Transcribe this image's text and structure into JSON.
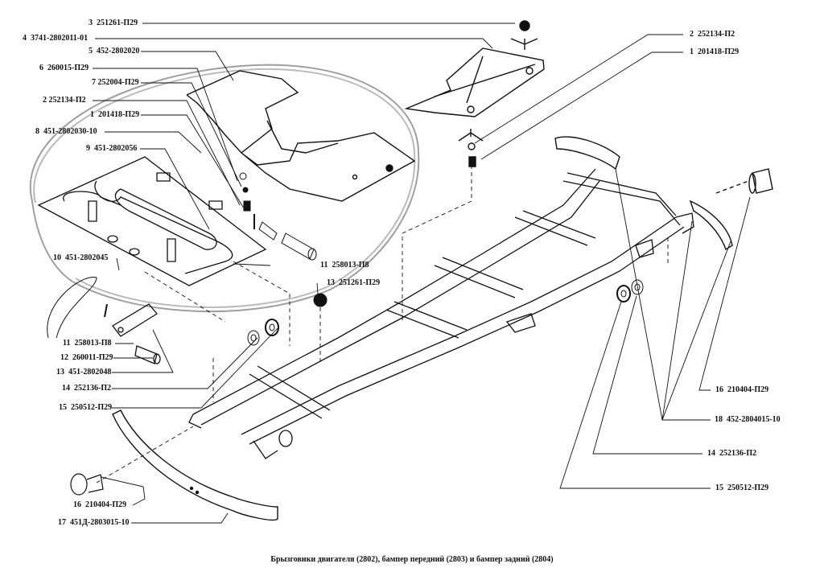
{
  "diagram": {
    "title": "Брызговики двигателя (2802), бампер передний (2803) и бампер задний (2804)",
    "labels": [
      {
        "id": "l3a",
        "num": "3",
        "part": "251261-П29"
      },
      {
        "id": "l4",
        "num": "4",
        "part": "3741-2802011-01"
      },
      {
        "id": "l5",
        "num": "5",
        "part": "452-2802020"
      },
      {
        "id": "l6",
        "num": "6",
        "part": "260015-П29"
      },
      {
        "id": "l7",
        "num": "7",
        "part": "252004-П29"
      },
      {
        "id": "l2a",
        "num": "2",
        "part": "252134-П2"
      },
      {
        "id": "l1a",
        "num": "1",
        "part": "201418-П29"
      },
      {
        "id": "l8",
        "num": "8",
        "part": "451-2802030-10"
      },
      {
        "id": "l9",
        "num": "9",
        "part": "451-2802056"
      },
      {
        "id": "l10",
        "num": "10",
        "part": "451-2802045"
      },
      {
        "id": "l11a",
        "num": "11",
        "part": "258013-П8"
      },
      {
        "id": "l13a",
        "num": "13",
        "part": "251261-П29"
      },
      {
        "id": "l11b",
        "num": "11",
        "part": "258013-П8"
      },
      {
        "id": "l12",
        "num": "12",
        "part": "260011-П29"
      },
      {
        "id": "l13b",
        "num": "13",
        "part": "451-2802048"
      },
      {
        "id": "l14a",
        "num": "14",
        "part": "252136-П2"
      },
      {
        "id": "l15a",
        "num": "15",
        "part": "250512-П29"
      },
      {
        "id": "l16a",
        "num": "16",
        "part": "210404-П29"
      },
      {
        "id": "l17",
        "num": "17",
        "part": "451Д-2803015-10"
      },
      {
        "id": "l2b",
        "num": "2",
        "part": "252134-П2"
      },
      {
        "id": "l1b",
        "num": "1",
        "part": "201418-П29"
      },
      {
        "id": "l16b",
        "num": "16",
        "part": "210404-П29"
      },
      {
        "id": "l18",
        "num": "18",
        "part": "452-2804015-10"
      },
      {
        "id": "l14b",
        "num": "14",
        "part": "252136-П2"
      },
      {
        "id": "l15b",
        "num": "15",
        "part": "250512-П29"
      }
    ],
    "parts": {
      "engine_mudguard": "engine-mudguard",
      "mudguard_panel": "mudguard-panel",
      "front_bumper": "front-bumper",
      "rear_bumper_fenders": "rear-bumper",
      "frame": "chassis-frame"
    }
  }
}
